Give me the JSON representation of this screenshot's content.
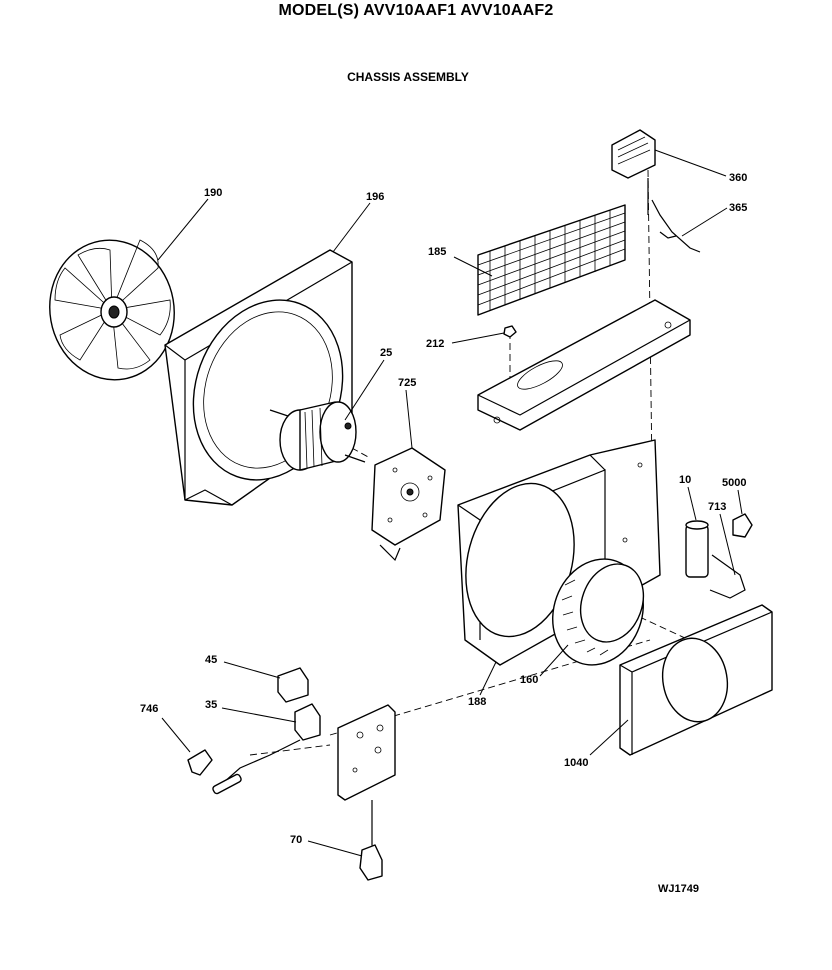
{
  "header": {
    "title": "MODEL(S) AVV10AAF1  AVV10AAF2",
    "subtitle": "CHASSIS ASSEMBLY"
  },
  "callouts": [
    {
      "id": "190",
      "text": "190"
    },
    {
      "id": "196",
      "text": "196"
    },
    {
      "id": "360",
      "text": "360"
    },
    {
      "id": "365",
      "text": "365"
    },
    {
      "id": "185",
      "text": "185"
    },
    {
      "id": "212",
      "text": "212"
    },
    {
      "id": "25",
      "text": "25"
    },
    {
      "id": "725",
      "text": "725"
    },
    {
      "id": "10",
      "text": "10"
    },
    {
      "id": "5000",
      "text": "5000"
    },
    {
      "id": "713",
      "text": "713"
    },
    {
      "id": "45",
      "text": "45"
    },
    {
      "id": "746",
      "text": "746"
    },
    {
      "id": "35",
      "text": "35"
    },
    {
      "id": "160",
      "text": "160"
    },
    {
      "id": "188",
      "text": "188"
    },
    {
      "id": "1040",
      "text": "1040"
    },
    {
      "id": "70",
      "text": "70"
    }
  ],
  "footer": {
    "ref_code": "WJ1749"
  }
}
